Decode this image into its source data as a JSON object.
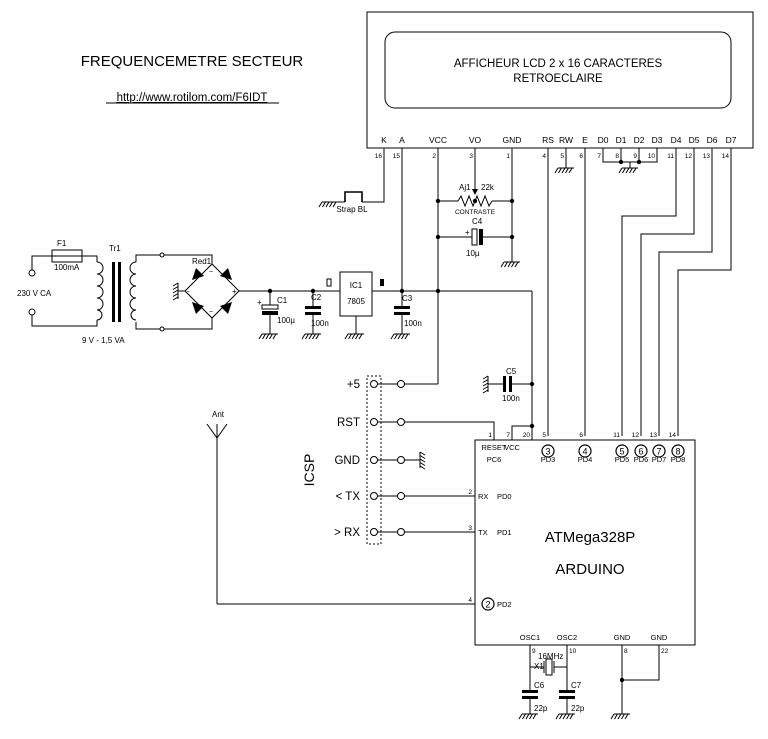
{
  "header": {
    "title": "FREQUENCEMETRE SECTEUR",
    "url": "http://www.rotilom.com/F6IDT"
  },
  "lcd": {
    "line1": "AFFICHEUR LCD 2 x 16 CARACTERES",
    "line2": "RETROECLAIRE",
    "pin_names": [
      "K",
      "A",
      "VCC",
      "VO",
      "GND",
      "RS",
      "RW",
      "E",
      "D0",
      "D1",
      "D2",
      "D3",
      "D4",
      "D5",
      "D6",
      "D7"
    ],
    "pin_numbers": [
      "16",
      "15",
      "2",
      "3",
      "1",
      "4",
      "5",
      "6",
      "7",
      "8",
      "9",
      "10",
      "11",
      "12",
      "13",
      "14"
    ]
  },
  "components": {
    "strap": "Strap BL",
    "aj1": "Aj1",
    "aj1_value": "22k",
    "contraste": "CONTRASTE",
    "c4": "C4",
    "c4_value": "10µ",
    "f1": "F1",
    "f1_value": "100mA",
    "mains": "230 V CA",
    "tr1": "Tr1",
    "tr1_value": "9 V - 1,5 VA",
    "red1": "Red1",
    "c1": "C1",
    "c1_value": "100µ",
    "c2": "C2",
    "c2_value": "100n",
    "ic1": "IC1",
    "ic1_value": "7805",
    "c3": "C3",
    "c3_value": "100n",
    "c5": "C5",
    "c5_value": "100n",
    "ant": "Ant",
    "x1": "X1",
    "x1_value": "16MHz",
    "c6": "C6",
    "c6_value": "22p",
    "c7": "C7",
    "c7_value": "22p"
  },
  "icsp": {
    "label": "ICSP",
    "pins": [
      "+5",
      "RST",
      "GND",
      "< TX",
      "> RX"
    ]
  },
  "mcu": {
    "name": "ATMega328P",
    "board": "ARDUINO",
    "top_pins": [
      {
        "num": "1",
        "name": "RESET",
        "sub": "PC6"
      },
      {
        "num": "7",
        "name": "VCC",
        "sub": ""
      },
      {
        "num": "20",
        "name": "",
        "sub": ""
      },
      {
        "num": "5",
        "name": "",
        "sub": "PD3",
        "badge": "3"
      },
      {
        "num": "6",
        "name": "",
        "sub": "PD4",
        "badge": "4"
      },
      {
        "num": "11",
        "name": "",
        "sub": "PD5",
        "badge": "5"
      },
      {
        "num": "12",
        "name": "",
        "sub": "PD6",
        "badge": "6"
      },
      {
        "num": "13",
        "name": "",
        "sub": "PD7",
        "badge": "7"
      },
      {
        "num": "14",
        "name": "",
        "sub": "PD8",
        "badge": "8"
      }
    ],
    "left_pins": [
      {
        "num": "2",
        "name": "RX",
        "sub": "PD0"
      },
      {
        "num": "3",
        "name": "TX",
        "sub": "PD1"
      },
      {
        "num": "4",
        "name": "",
        "sub": "PD2",
        "badge": "2"
      }
    ],
    "bottom_pins": [
      {
        "num": "9",
        "name": "OSC1"
      },
      {
        "num": "10",
        "name": "OSC2"
      },
      {
        "num": "8",
        "name": "GND"
      },
      {
        "num": "22",
        "name": "GND"
      }
    ]
  },
  "symbols": {
    "plus": "+",
    "minus": "-",
    "ac": "~"
  }
}
